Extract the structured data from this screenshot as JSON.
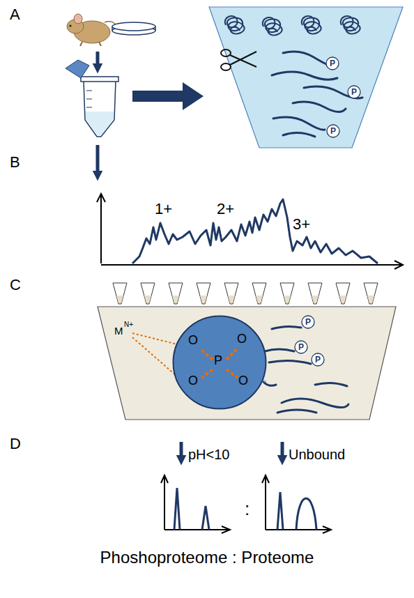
{
  "diagram": {
    "nodes": [
      {
        "text": [
          "P"
        ]
      },
      {
        "text": [
          "P"
        ]
      },
      {
        "text": [
          "P"
        ]
      },
      {
        "text": [
          "O",
          "O",
          "P",
          "O",
          "O"
        ]
      },
      {
        "text": [
          "P"
        ]
      },
      {
        "text": [
          "P"
        ]
      },
      {
        "text": [
          "P"
        ]
      }
    ],
    "labels": [
      "A",
      "B",
      "1+",
      "2+",
      "3+",
      "C",
      "M",
      "N+",
      "D",
      "pH<10",
      "Unbound",
      ":",
      "Phoshoproteome : Proteome"
    ]
  }
}
